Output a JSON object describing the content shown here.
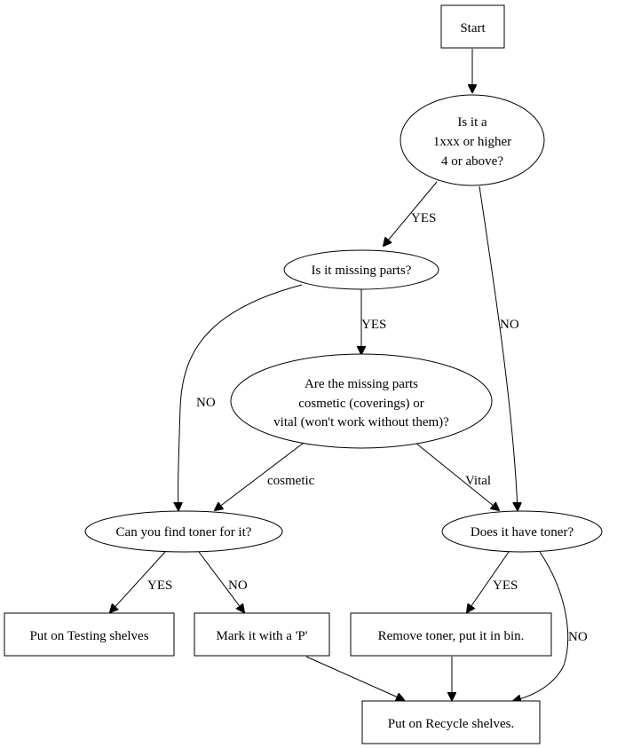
{
  "diagram": {
    "type": "flowchart",
    "nodes": {
      "start": {
        "shape": "box",
        "lines": [
          "Start"
        ]
      },
      "q_model": {
        "shape": "ellipse",
        "lines": [
          "Is it a",
          "1xxx or higher",
          "4 or above?"
        ]
      },
      "q_missing": {
        "shape": "ellipse",
        "lines": [
          "Is it missing parts?"
        ]
      },
      "q_cosmetic": {
        "shape": "ellipse",
        "lines": [
          "Are the missing parts",
          "cosmetic (coverings) or",
          "vital (won't work without them)?"
        ]
      },
      "q_find_toner": {
        "shape": "ellipse",
        "lines": [
          "Can you find toner for it?"
        ]
      },
      "q_has_toner": {
        "shape": "ellipse",
        "lines": [
          "Does it have toner?"
        ]
      },
      "testing": {
        "shape": "box",
        "lines": [
          "Put on Testing shelves"
        ]
      },
      "mark_p": {
        "shape": "box",
        "lines": [
          "Mark it with a 'P'"
        ]
      },
      "remove_toner": {
        "shape": "box",
        "lines": [
          "Remove toner, put it in bin."
        ]
      },
      "recycle": {
        "shape": "box",
        "lines": [
          "Put on Recycle shelves."
        ]
      }
    },
    "edges": [
      {
        "from": "start",
        "to": "q_model",
        "label": ""
      },
      {
        "from": "q_model",
        "to": "q_missing",
        "label": "YES"
      },
      {
        "from": "q_model",
        "to": "q_has_toner",
        "label": "NO"
      },
      {
        "from": "q_missing",
        "to": "q_cosmetic",
        "label": "YES"
      },
      {
        "from": "q_missing",
        "to": "q_find_toner",
        "label": "NO"
      },
      {
        "from": "q_cosmetic",
        "to": "q_find_toner",
        "label": "cosmetic"
      },
      {
        "from": "q_cosmetic",
        "to": "q_has_toner",
        "label": "Vital"
      },
      {
        "from": "q_find_toner",
        "to": "testing",
        "label": "YES"
      },
      {
        "from": "q_find_toner",
        "to": "mark_p",
        "label": "NO"
      },
      {
        "from": "q_has_toner",
        "to": "remove_toner",
        "label": "YES"
      },
      {
        "from": "q_has_toner",
        "to": "recycle",
        "label": "NO"
      },
      {
        "from": "mark_p",
        "to": "recycle",
        "label": ""
      },
      {
        "from": "remove_toner",
        "to": "recycle",
        "label": ""
      }
    ]
  }
}
